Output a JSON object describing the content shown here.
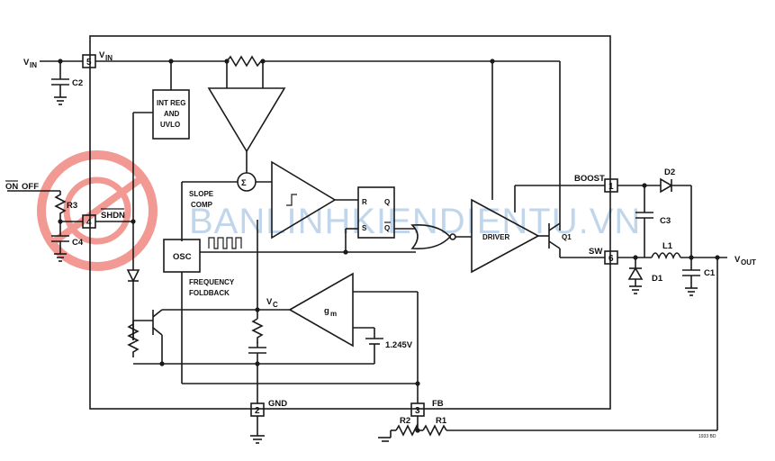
{
  "labels": {
    "vin_ext": "V",
    "vin_ext_sub": "IN",
    "vin_pin": "V",
    "vin_pin_sub": "IN",
    "c2": "C2",
    "int_reg_1": "INT REG",
    "int_reg_2": "AND",
    "int_reg_3": "UVLO",
    "sigma": "Σ",
    "on": "ON",
    "off": "OFF",
    "r3": "R3",
    "c4": "C4",
    "shdn": "SHDN",
    "slope_1": "SLOPE",
    "slope_2": "COMP",
    "osc": "OSC",
    "freq_1": "FREQUENCY",
    "freq_2": "FOLDBACK",
    "vc": "V",
    "vc_sub": "C",
    "gm": "g",
    "gm_sub": "m",
    "vref": "1.245V",
    "ff_r": "R",
    "ff_q": "Q",
    "ff_s": "S",
    "ff_qbar": "Q",
    "driver": "DRIVER",
    "q1": "Q1",
    "boost": "BOOST",
    "sw": "SW",
    "d2": "D2",
    "c3": "C3",
    "l1": "L1",
    "d1": "D1",
    "c1": "C1",
    "vout": "V",
    "vout_sub": "OUT",
    "gnd": "GND",
    "fb": "FB",
    "r2": "R2",
    "r1": "R1",
    "code": "1933 BD"
  },
  "pins": {
    "p1": "1",
    "p2": "2",
    "p3": "3",
    "p4": "4",
    "p5": "5",
    "p6": "6"
  },
  "watermark": "BANLINHKIENDIENTU.VN",
  "colors": {
    "watermark_logo": "#e8574a",
    "watermark_text": "#8fb6da"
  }
}
